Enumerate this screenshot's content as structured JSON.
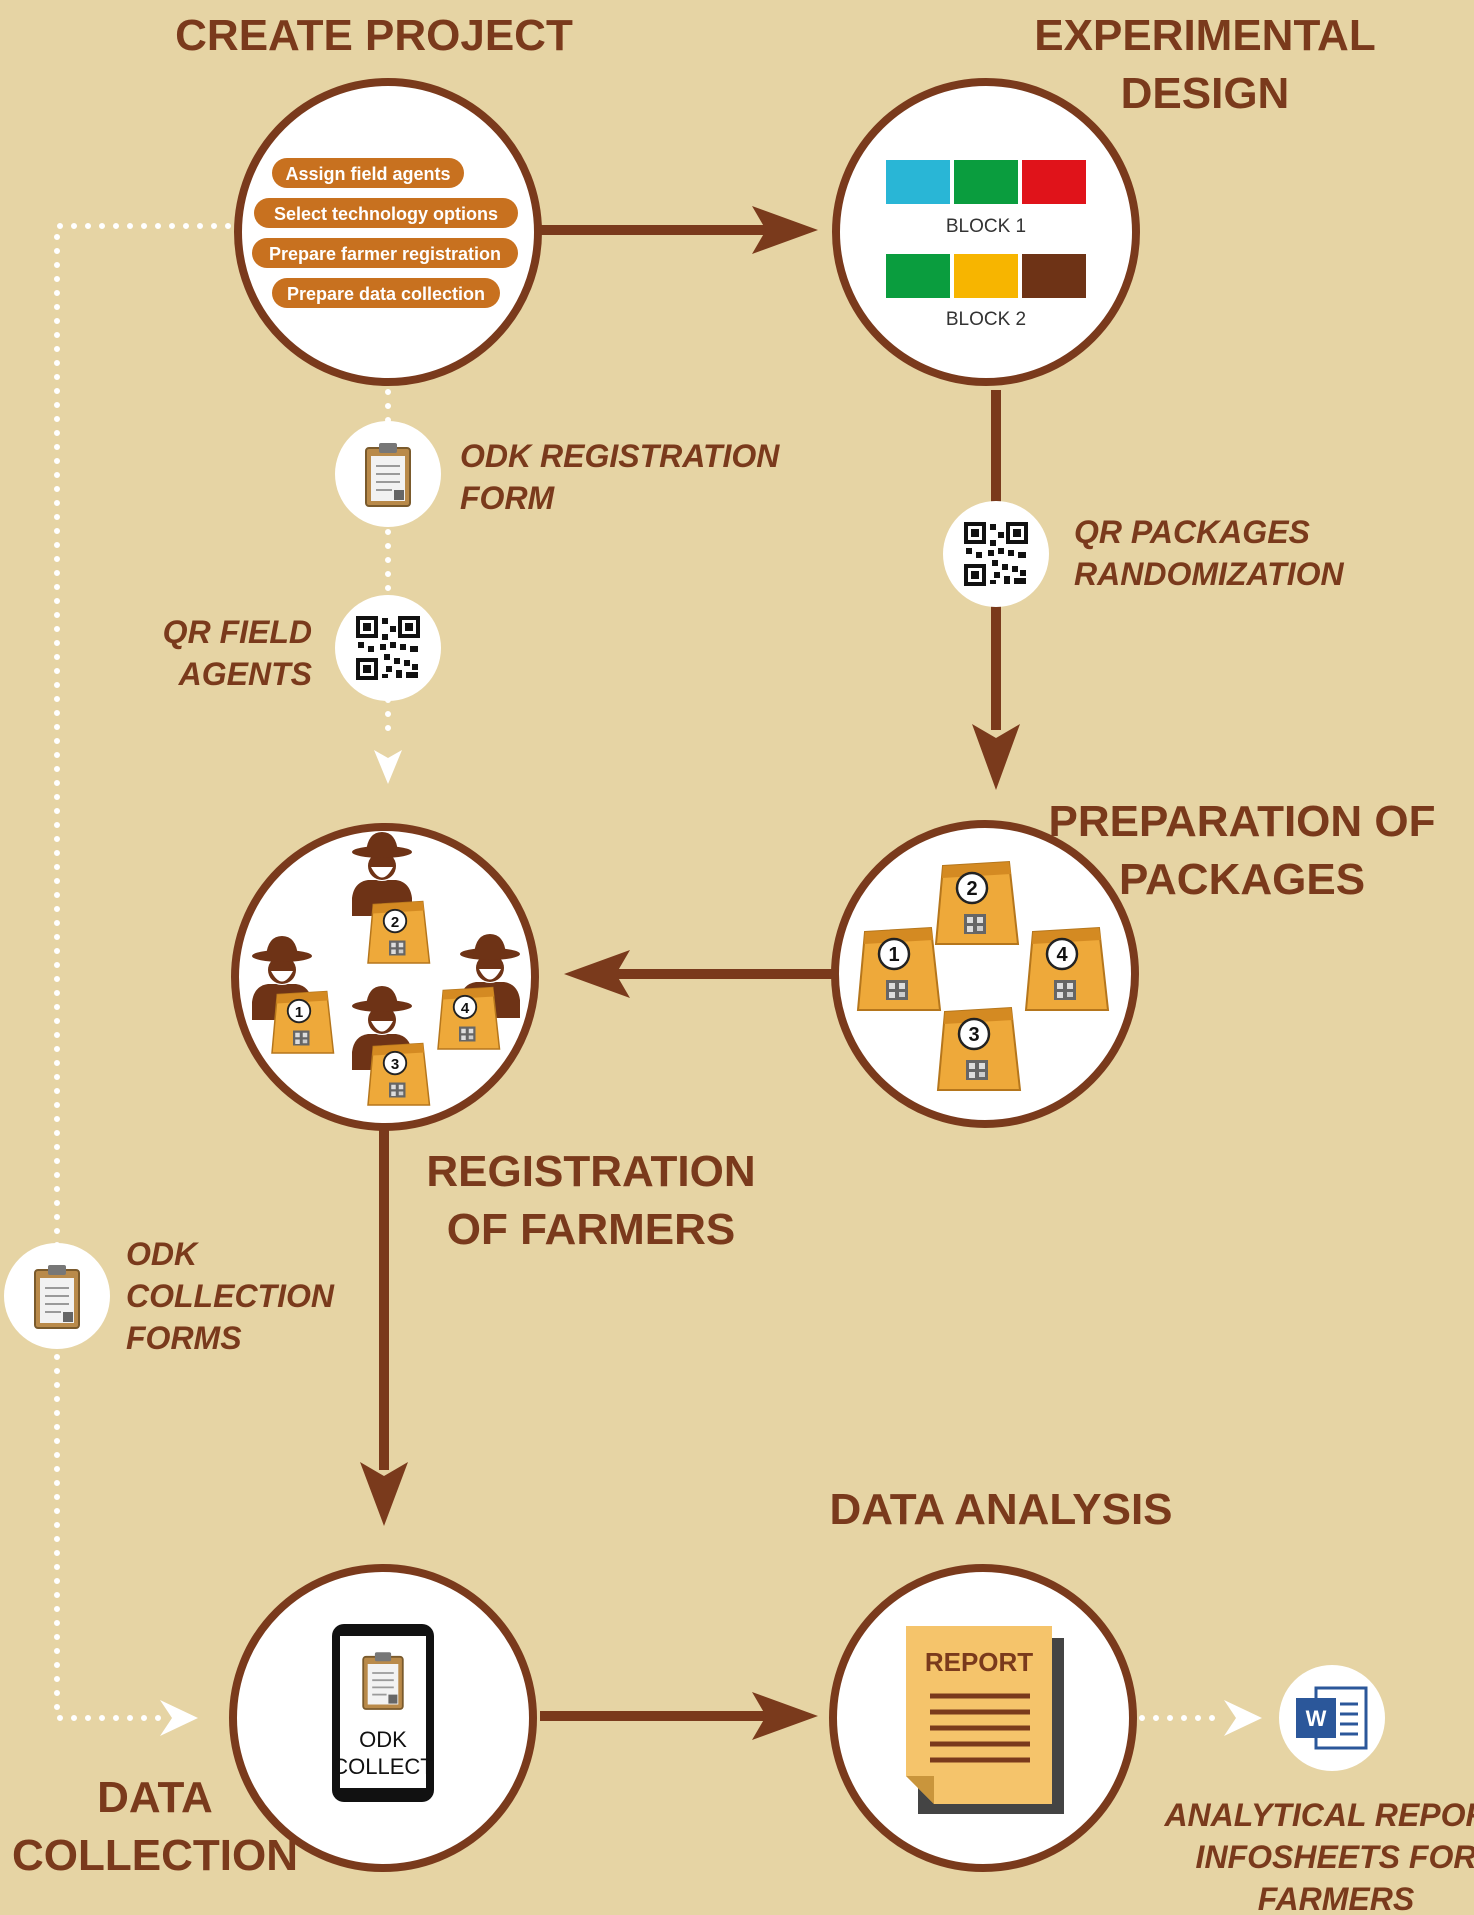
{
  "stages": {
    "create_project": {
      "title": "CREATE PROJECT"
    },
    "experimental_design": {
      "title_line1": "EXPERIMENTAL",
      "title_line2": "DESIGN"
    },
    "preparation": {
      "title_line1": "PREPARATION OF",
      "title_line2": "PACKAGES"
    },
    "registration": {
      "title_line1": "REGISTRATION",
      "title_line2": "OF FARMERS"
    },
    "data_analysis": {
      "title": "DATA ANALYSIS"
    },
    "data_collection": {
      "title_line1": "DATA",
      "title_line2": "COLLECTION"
    }
  },
  "create_project_items": [
    "Assign field agents",
    "Select technology options",
    "Prepare farmer registration",
    "Prepare data collection"
  ],
  "blocks": [
    {
      "label": "BLOCK 1",
      "colors": [
        "#29b6d6",
        "#0a9d3e",
        "#e0131a"
      ]
    },
    {
      "label": "BLOCK 2",
      "colors": [
        "#0a9d3e",
        "#f7b500",
        "#6e3316"
      ]
    }
  ],
  "side_labels": {
    "odk_registration_form": {
      "line1": "ODK REGISTRATION",
      "line2": "FORM"
    },
    "qr_field_agents": {
      "line1": "QR FIELD",
      "line2": "AGENTS"
    },
    "qr_packages": {
      "line1": "QR PACKAGES",
      "line2": "RANDOMIZATION"
    },
    "odk_collection_forms": {
      "line1": "ODK",
      "line2": "COLLECTION",
      "line3": "FORMS"
    },
    "analytical_report": {
      "line1": "ANALYTICAL REPORT",
      "line2": "INFOSHEETS FOR",
      "line3": "FARMERS"
    }
  },
  "package_numbers": [
    "1",
    "2",
    "3",
    "4"
  ],
  "phone": {
    "line1": "ODK",
    "line2": "COLLECT"
  },
  "report_label": "REPORT",
  "word_icon_letter": "W",
  "colors": {
    "background": "#e6d4a4",
    "brown": "#7a3a1c",
    "pill": "#c8711f",
    "bag": "#eea93a",
    "white": "#ffffff"
  }
}
